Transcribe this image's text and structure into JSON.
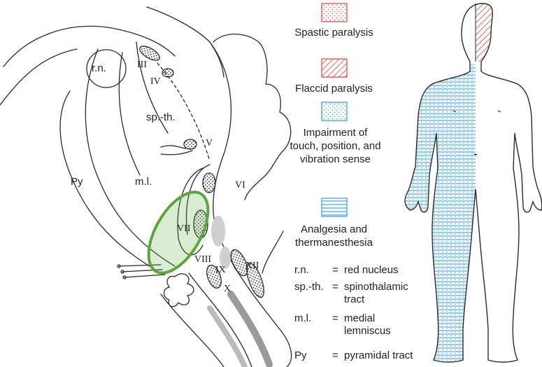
{
  "brainstem": {
    "labels": {
      "rn": "r.n.",
      "spth": "sp.-th.",
      "ml": "m.l.",
      "py": "Py"
    },
    "nerves": [
      "III",
      "IV",
      "V",
      "VI",
      "VII",
      "VIII",
      "IX",
      "X",
      "XII"
    ],
    "highlight_color": "#5aa83c"
  },
  "legend": {
    "items": [
      {
        "label": "Spastic paralysis",
        "pattern": "spastic-dots"
      },
      {
        "label": "Flaccid paralysis",
        "pattern": "flaccid-hatch"
      },
      {
        "label": "Impairment of touch, position, and vibration sense",
        "pattern": "touch-dots"
      },
      {
        "label": "Analgesia and thermanesthesia",
        "pattern": "analgesia-lines"
      }
    ]
  },
  "abbreviations": [
    {
      "abbr": "r.n.",
      "eq": "=",
      "meaning_lines": [
        "red nucleus"
      ]
    },
    {
      "abbr": "sp.-th.",
      "eq": "=",
      "meaning_lines": [
        "spinothalamic",
        "tract"
      ]
    },
    {
      "abbr": "m.l.",
      "eq": "=",
      "meaning_lines": [
        "medial",
        "lemniscus"
      ]
    },
    {
      "abbr": "Py",
      "eq": "=",
      "meaning_lines": [
        "pyramidal tract"
      ]
    }
  ],
  "colors": {
    "red": "#d9473a",
    "blue": "#2e9bd6",
    "line": "#2a2a2a"
  }
}
